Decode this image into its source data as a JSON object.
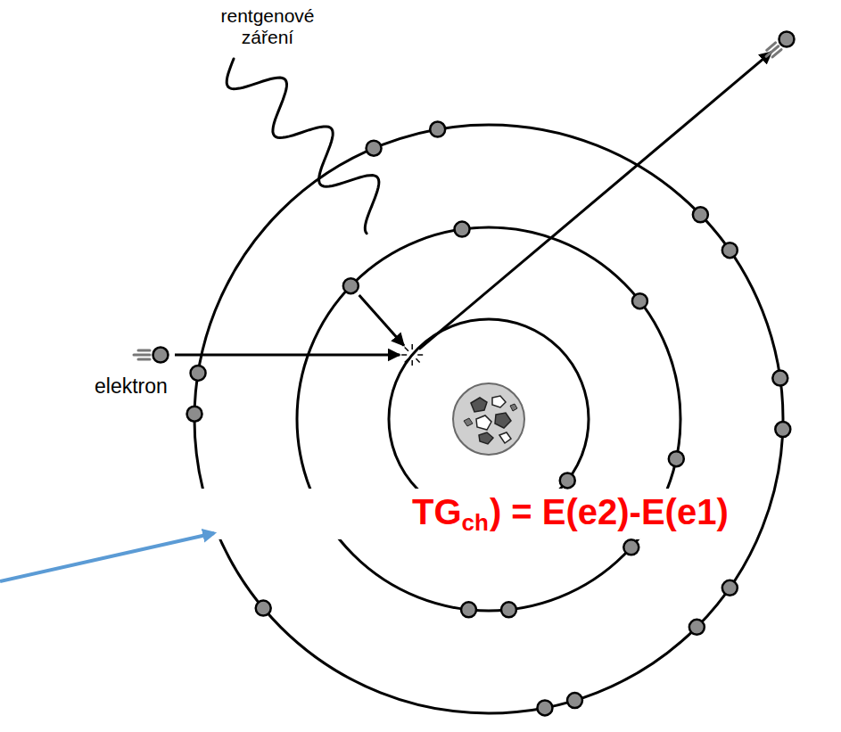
{
  "diagram": {
    "labels": [
      "rentgenové záření",
      "elektron",
      "TG",
      "ch",
      ") = E(e2)-E(e1)"
    ]
  }
}
